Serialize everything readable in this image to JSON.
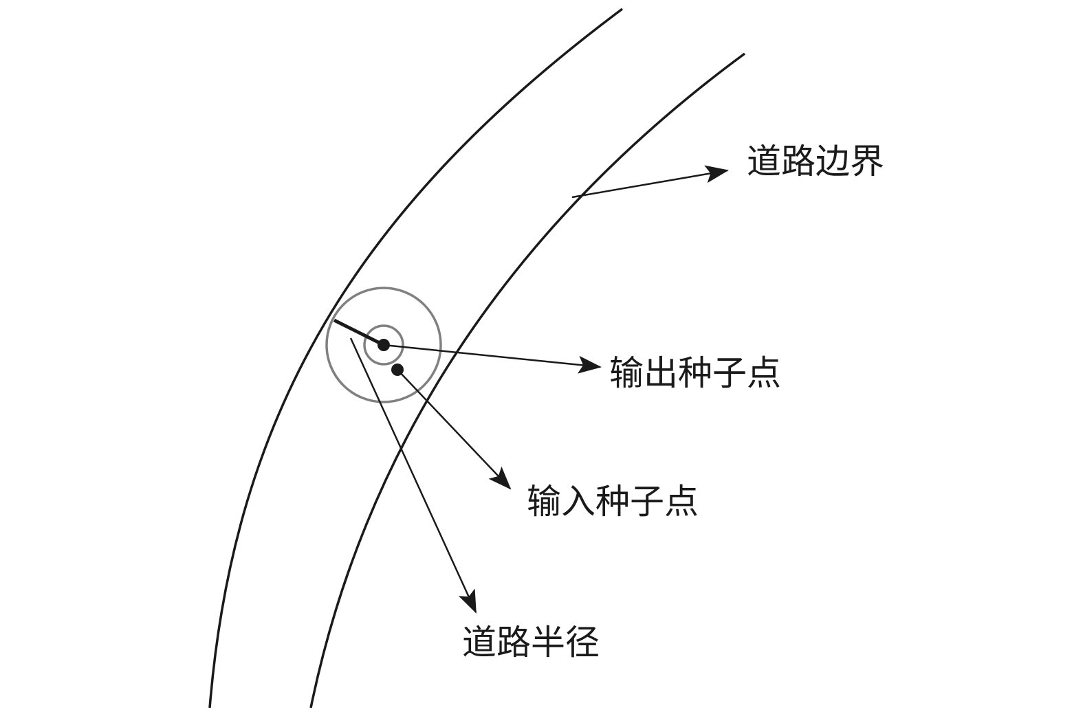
{
  "labels": {
    "road_boundary": "道路边界",
    "output_seed": "输出种子点",
    "input_seed": "输入种子点",
    "road_radius": "道路半径"
  },
  "colors": {
    "line": "#1a1a1a",
    "circle": "#808080",
    "background": "#ffffff"
  }
}
